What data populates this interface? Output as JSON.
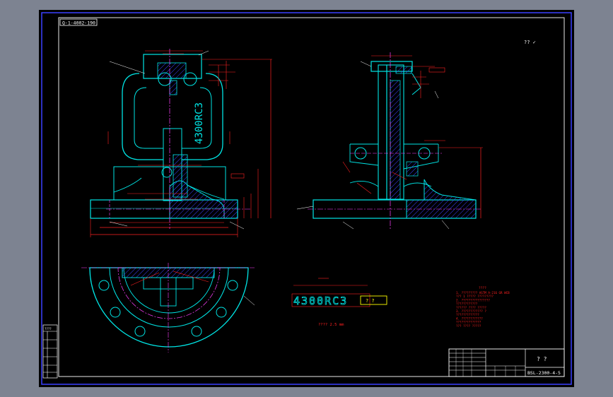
{
  "drawing": {
    "code_box": "Q-1-4002-190",
    "roughness_mark": "?? ✓",
    "title_block": {
      "title": "? ?",
      "drawing_number": "BSL-2300-4-5"
    },
    "stamp_label": "4300RC3",
    "stamp_box_text": "? ?",
    "stamp_note": "???? 2.5 mm",
    "tech_req_title": "????",
    "tech_requirements": [
      "1. ????????? ASTM A-216 GR WCB",
      "   ??? 1 ????? ?????????",
      "2. ????????????????",
      "   ????????????",
      "   ?????? ???? ?????",
      "3. ???????????? ?",
      "   ?????????????",
      "4. ????????????",
      "   ??????????????",
      "   ??? ???? ?????"
    ],
    "left_panel_header": "????",
    "raised_letters": "4300RC3"
  },
  "colors": {
    "background": "#7d8391",
    "sheet": "#000000",
    "border": "#3a40ff",
    "outline": "#00e5e5",
    "dimension": "#ff2020",
    "centerline": "#ff40ff",
    "text_white": "#ffffff",
    "hatch": "#3a40ff",
    "yellow": "#ffff00"
  }
}
